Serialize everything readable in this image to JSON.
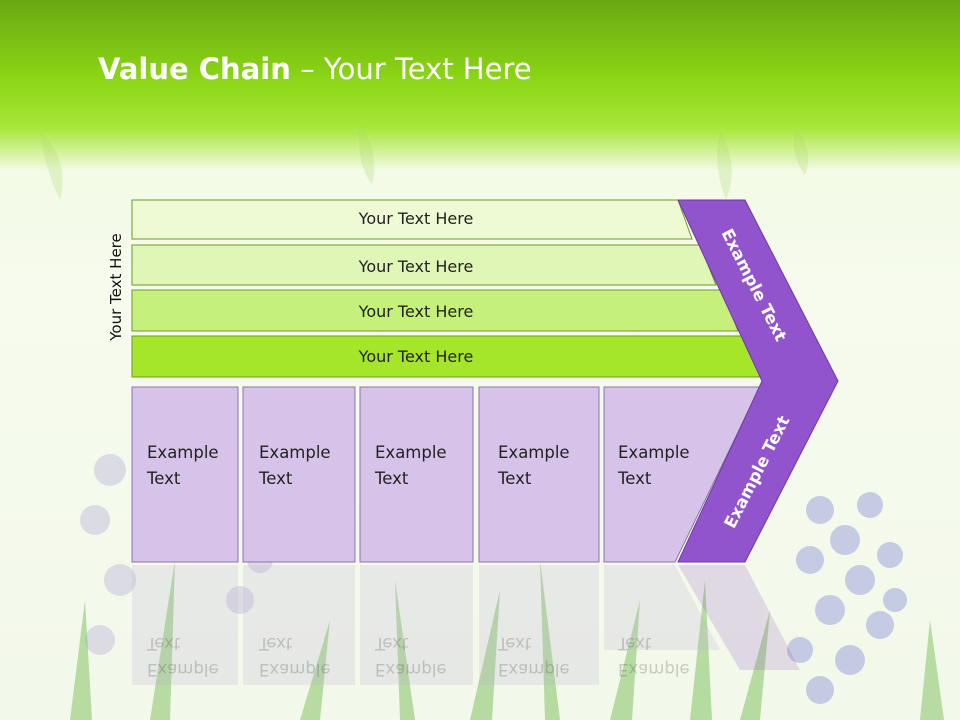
{
  "slide": {
    "title_bold": "Value Chain",
    "title_rest": " – Your Text Here",
    "side_label": "Your Text Here",
    "rows": [
      {
        "label": "Your Text Here"
      },
      {
        "label": "Your Text Here"
      },
      {
        "label": "Your Text Here"
      },
      {
        "label": "Your Text Here"
      }
    ],
    "boxes": [
      {
        "line1": "Example",
        "line2": "Text"
      },
      {
        "line1": "Example",
        "line2": "Text"
      },
      {
        "line1": "Example",
        "line2": "Text"
      },
      {
        "line1": "Example",
        "line2": "Text"
      },
      {
        "line1": "Example",
        "line2": "Text"
      }
    ],
    "chevron_upper": "Example Text",
    "chevron_lower": "Example Text"
  },
  "colors": {
    "row_fills": [
      "#eefad4",
      "#dff6b6",
      "#c6f07c",
      "#a6e62a"
    ],
    "row_stroke": "#6a9a2a",
    "box_fill": "#d7c3ea",
    "box_stroke": "#8a76a8",
    "chevron": "#9254cc",
    "chevron_stroke": "#6d3aa3"
  }
}
